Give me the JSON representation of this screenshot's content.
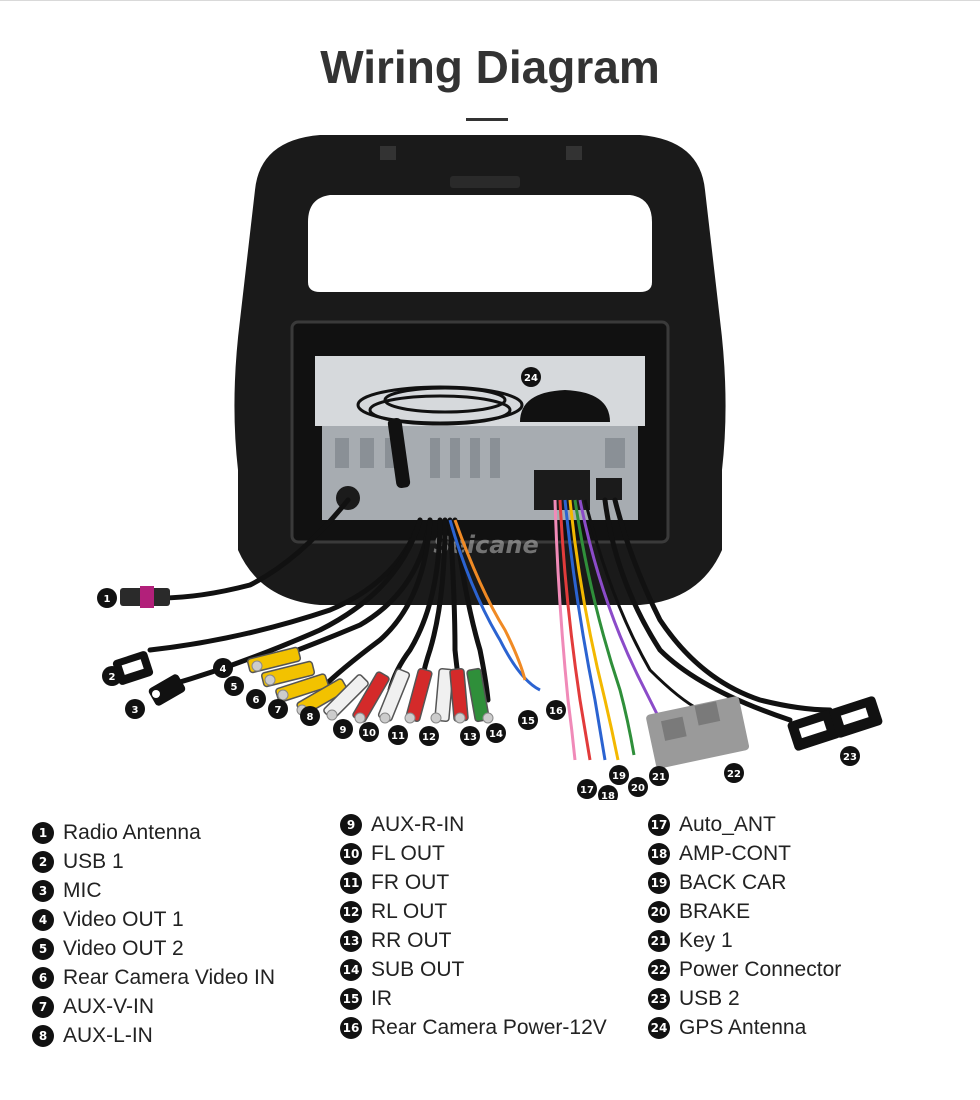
{
  "page": {
    "title": "Wiring Diagram",
    "watermark": "Seicane"
  },
  "callouts": [
    {
      "num": "1",
      "label": "Radio Antenna"
    },
    {
      "num": "2",
      "label": "USB 1"
    },
    {
      "num": "3",
      "label": "MIC"
    },
    {
      "num": "4",
      "label": "Video OUT 1"
    },
    {
      "num": "5",
      "label": "Video OUT 2"
    },
    {
      "num": "6",
      "label": "Rear Camera Video IN"
    },
    {
      "num": "7",
      "label": "AUX-V-IN"
    },
    {
      "num": "8",
      "label": "AUX-L-IN"
    },
    {
      "num": "9",
      "label": "AUX-R-IN"
    },
    {
      "num": "10",
      "label": "FL OUT"
    },
    {
      "num": "11",
      "label": "FR OUT"
    },
    {
      "num": "12",
      "label": "RL OUT"
    },
    {
      "num": "13",
      "label": "RR OUT"
    },
    {
      "num": "14",
      "label": "SUB OUT"
    },
    {
      "num": "15",
      "label": "IR"
    },
    {
      "num": "16",
      "label": "Rear Camera Power-12V"
    },
    {
      "num": "17",
      "label": "Auto_ANT"
    },
    {
      "num": "18",
      "label": "AMP-CONT"
    },
    {
      "num": "19",
      "label": "BACK CAR"
    },
    {
      "num": "20",
      "label": "BRAKE"
    },
    {
      "num": "21",
      "label": "Key 1"
    },
    {
      "num": "22",
      "label": "Power Connector"
    },
    {
      "num": "23",
      "label": "USB 2"
    },
    {
      "num": "24",
      "label": "GPS Antenna"
    }
  ],
  "colors": {
    "title": "#333333",
    "badge": "#111111",
    "frame": "#1a1a1a",
    "rca_red": "#d42a2a",
    "rca_white": "#f0f0f0",
    "rca_yellow": "#f2c200",
    "rca_green": "#2f8f3a",
    "connector_grey": "#9a9a9a"
  }
}
